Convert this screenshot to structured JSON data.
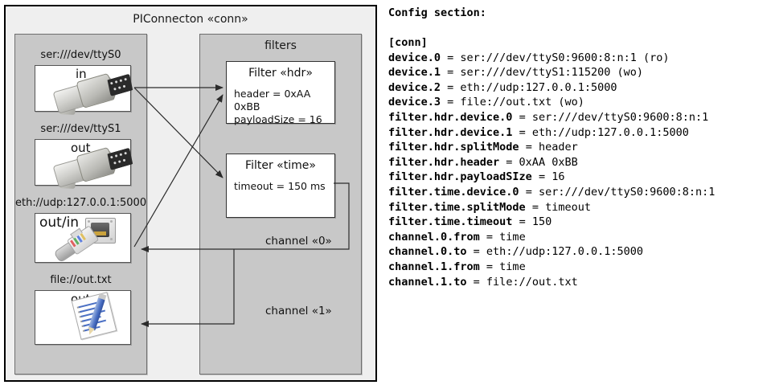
{
  "diagram": {
    "outer_title": "PIConnecton «conn»",
    "devices_group": {
      "title": "",
      "items": [
        {
          "label": "ser:///dev/ttyS0",
          "direction": "in",
          "icon": "serial-db9-icon"
        },
        {
          "label": "ser:///dev/ttyS1",
          "direction": "out",
          "icon": "serial-db9-icon"
        },
        {
          "label": "eth://udp:127.0.0.1:5000",
          "direction": "out/in",
          "icon": "ethernet-icon"
        },
        {
          "label": "file://out.txt",
          "direction": "out",
          "icon": "text-file-icon"
        }
      ]
    },
    "filters_group": {
      "title": "filters",
      "items": [
        {
          "title": "Filter «hdr»",
          "props": [
            "header = 0xAA 0xBB",
            "payloadSize = 16"
          ]
        },
        {
          "title": "Filter «time»",
          "props": [
            "timeout = 150 ms"
          ]
        }
      ]
    },
    "channels": [
      {
        "label": "channel «0»"
      },
      {
        "label": "channel «1»"
      }
    ]
  },
  "config": {
    "title": "Config section:",
    "lines": [
      {
        "key": "[conn]",
        "value": ""
      },
      {
        "key": "device.0",
        "value": " = ser:///dev/ttyS0:9600:8:n:1 (ro)"
      },
      {
        "key": "device.1",
        "value": " = ser:///dev/ttyS1:115200 (wo)"
      },
      {
        "key": "device.2",
        "value": " = eth://udp:127.0.0.1:5000"
      },
      {
        "key": "device.3",
        "value": " = file://out.txt (wo)"
      },
      {
        "key": "filter.hdr.device.0",
        "value": " = ser:///dev/ttyS0:9600:8:n:1"
      },
      {
        "key": "filter.hdr.device.1",
        "value": " = eth://udp:127.0.0.1:5000"
      },
      {
        "key": "filter.hdr.splitMode",
        "value": " = header"
      },
      {
        "key": "filter.hdr.header",
        "value": " = 0xAA 0xBB"
      },
      {
        "key": "filter.hdr.payloadSIze",
        "value": " = 16"
      },
      {
        "key": "filter.time.device.0",
        "value": " = ser:///dev/ttyS0:9600:8:n:1"
      },
      {
        "key": "filter.time.splitMode",
        "value": " = timeout"
      },
      {
        "key": "filter.time.timeout",
        "value": " = 150"
      },
      {
        "key": "channel.0.from",
        "value": " = time"
      },
      {
        "key": "channel.0.to",
        "value": " = eth://udp:127.0.0.1:5000"
      },
      {
        "key": "channel.1.from",
        "value": " = time"
      },
      {
        "key": "channel.1.to",
        "value": " = file://out.txt"
      }
    ],
    "text": "[conn]\ndevice.0 = ser:///dev/ttyS0:9600:8:n:1 (ro)\ndevice.1 = ser:///dev/ttyS1:115200 (wo)\ndevice.2 = eth://udp:127.0.0.1:5000\ndevice.3 = file://out.txt (wo)\nfilter.hdr.device.0 = ser:///dev/ttyS0:9600:8:n:1\nfilter.hdr.device.1 = eth://udp:127.0.0.1:5000\nfilter.hdr.splitMode = header\nfilter.hdr.header = 0xAA 0xBB\nfilter.hdr.payloadSIze = 16\nfilter.time.device.0 = ser:///dev/ttyS0:9600:8:n:1\nfilter.time.splitMode = timeout\nfilter.time.timeout = 150\nchannel.0.from = time\nchannel.0.to = eth://udp:127.0.0.1:5000\nchannel.1.from = time\nchannel.1.to = file://out.txt"
  },
  "colors": {
    "outer_bg": "#efefef",
    "group_bg": "#c8c8c8",
    "box_bg": "#ffffff",
    "border": "#000000",
    "edge": "#2b2b2b"
  }
}
